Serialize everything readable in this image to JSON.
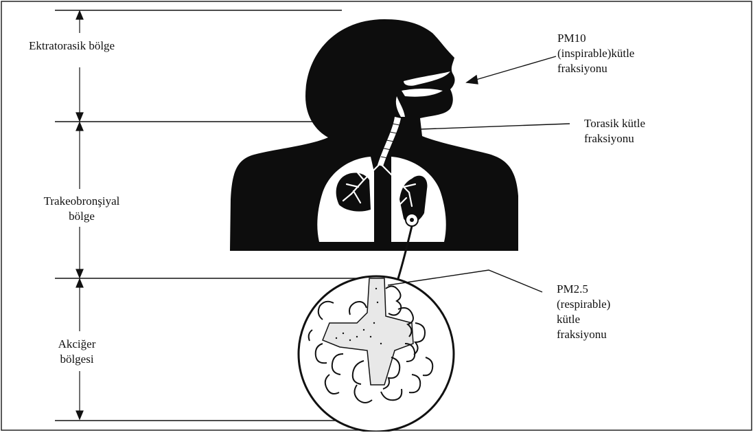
{
  "regions": {
    "extrathoracic": [
      "Ektratorasik bölge"
    ],
    "tracheobronchial": [
      "Trakeobronşiyal",
      "bölge"
    ],
    "pulmonary": [
      "Akciğer",
      "bölgesi"
    ]
  },
  "callouts": {
    "pm10": [
      "PM10",
      "(inspirable)kütle",
      "fraksiyonu"
    ],
    "thoracic": [
      "Torasik kütle",
      "fraksiyonu"
    ],
    "pm25": [
      "PM2.5",
      "(respirable)",
      "kütle",
      "fraksiyonu"
    ]
  },
  "colors": {
    "ink": "#111111",
    "silhouette": "#0d0d0d",
    "frame": "#1a1a1a"
  }
}
